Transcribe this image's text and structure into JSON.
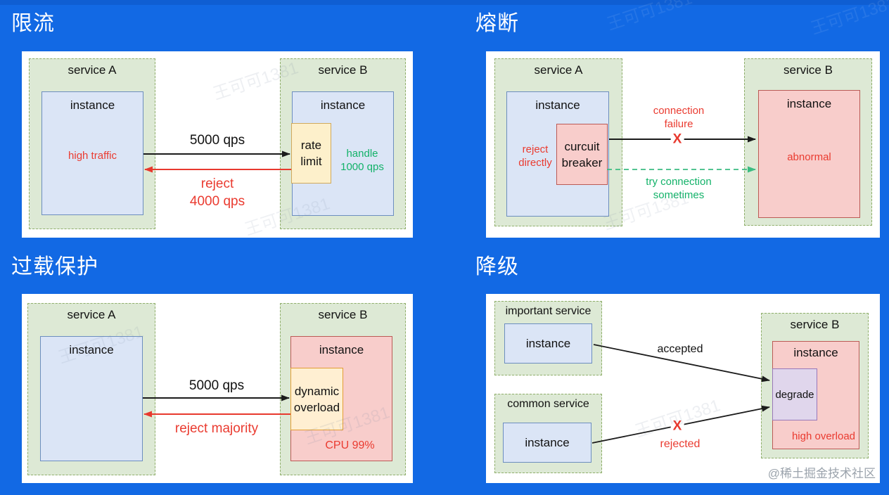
{
  "colors": {
    "background": "#1269e4",
    "panel": "#ffffff",
    "service_fill": "#dde9d5",
    "service_border": "#8fae6a",
    "instance_fill": "#dbe5f6",
    "instance_border": "#6c8ebf",
    "danger_fill": "#f8cdcb",
    "danger_border": "#bb5a55",
    "gate_yellow_fill": "#fdf0cb",
    "gate_yellow_border": "#d0a95c",
    "gate_orange_fill": "#ffefd2",
    "gate_orange_border": "#e29d33",
    "gate_purple_fill": "#e0d6ec",
    "gate_purple_border": "#9878b9",
    "red_text": "#ea3b30",
    "green_text": "#13b269",
    "green_arrow": "#3cbc82",
    "black_arrow": "#1b1b1b"
  },
  "quadrants": {
    "rate_limit": {
      "title": "限流",
      "service_a_label": "service A",
      "service_a_instance": "instance",
      "service_a_note": "high traffic",
      "forward_label": "5000 qps",
      "back_label": [
        "reject",
        "4000 qps"
      ],
      "service_b_label": "service B",
      "service_b_instance": "instance",
      "gate_label": [
        "rate",
        "limit"
      ],
      "service_b_note": [
        "handle",
        "1000 qps"
      ]
    },
    "circuit_break": {
      "title": "熔断",
      "service_a_label": "service A",
      "service_a_instance": "instance",
      "service_a_note": [
        "reject",
        "directly"
      ],
      "gate_label": [
        "curcuit",
        "breaker"
      ],
      "fail_label": [
        "connection",
        "failure"
      ],
      "fail_x": "X",
      "retry_label": [
        "try connection",
        "sometimes"
      ],
      "service_b_label": "service B",
      "service_b_instance": "instance",
      "service_b_note": "abnormal"
    },
    "overload": {
      "title": "过载保护",
      "service_a_label": "service A",
      "service_a_instance": "instance",
      "forward_label": "5000 qps",
      "back_label": "reject majority",
      "service_b_label": "service B",
      "service_b_instance": "instance",
      "gate_label": [
        "dynamic",
        "overload"
      ],
      "service_b_note": "CPU 99%"
    },
    "degrade": {
      "title": "降级",
      "important_label": "important service",
      "important_instance": "instance",
      "common_label": "common service",
      "common_instance": "instance",
      "accepted_label": "accepted",
      "rejected_label": "rejected",
      "rejected_x": "X",
      "service_b_label": "service B",
      "service_b_instance": "instance",
      "gate_label": "degrade",
      "service_b_note": "high overload"
    }
  },
  "watermarks": {
    "community": "@稀土掘金技术社区",
    "author": "王可可1381"
  }
}
